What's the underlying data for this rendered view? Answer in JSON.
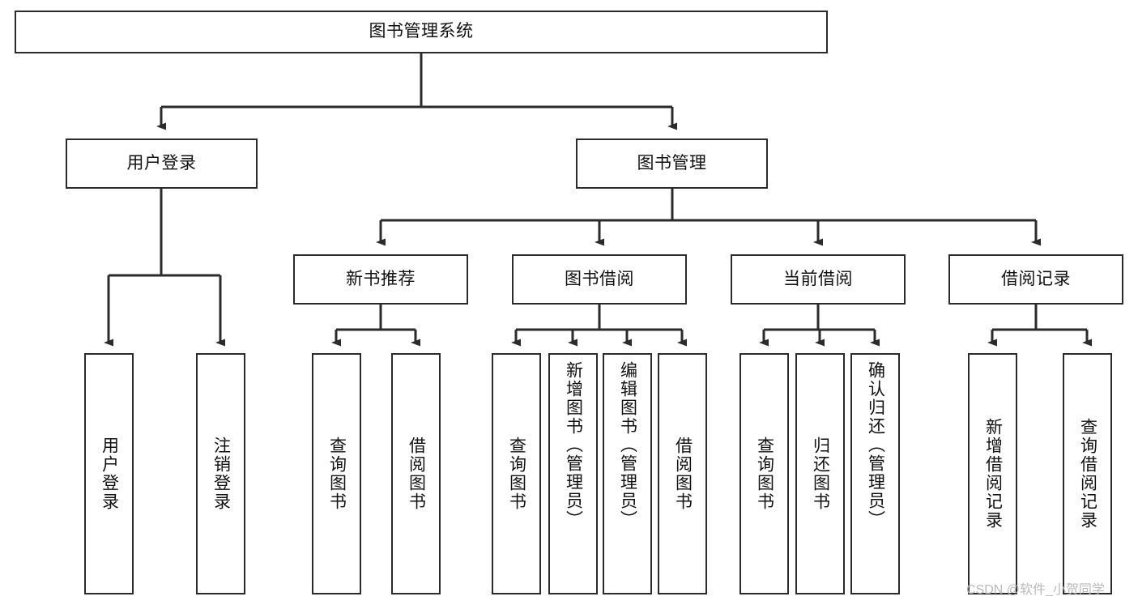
{
  "diagram": {
    "type": "tree-hierarchy",
    "title": "图书管理系统",
    "stroke_color": "#2b2b2b",
    "background_color": "#ffffff",
    "watermark": "CSDN @软件_小贺同学"
  },
  "nodes": {
    "root": {
      "label": "图书管理系统"
    },
    "level2": [
      {
        "id": "user-login",
        "label": "用户登录"
      },
      {
        "id": "book-manage",
        "label": "图书管理"
      }
    ],
    "level3": [
      {
        "id": "new-book-recommend",
        "label": "新书推荐"
      },
      {
        "id": "book-borrow",
        "label": "图书借阅"
      },
      {
        "id": "current-borrow",
        "label": "当前借阅"
      },
      {
        "id": "borrow-record",
        "label": "借阅记录"
      }
    ],
    "leaves": [
      {
        "id": "leaf-user-login",
        "label": "用户登录",
        "parent": "user-login"
      },
      {
        "id": "leaf-logout",
        "label": "注销登录",
        "parent": "user-login"
      },
      {
        "id": "leaf-query-book-1",
        "label": "查询图书",
        "parent": "new-book-recommend"
      },
      {
        "id": "leaf-borrow-book-1",
        "label": "借阅图书",
        "parent": "new-book-recommend"
      },
      {
        "id": "leaf-query-book-2",
        "label": "查询图书",
        "parent": "book-borrow"
      },
      {
        "id": "leaf-add-book",
        "label": "新增图书（管理员）",
        "parent": "book-borrow"
      },
      {
        "id": "leaf-edit-book",
        "label": "编辑图书（管理员）",
        "parent": "book-borrow"
      },
      {
        "id": "leaf-borrow-book-2",
        "label": "借阅图书",
        "parent": "book-borrow"
      },
      {
        "id": "leaf-query-book-3",
        "label": "查询图书",
        "parent": "current-borrow"
      },
      {
        "id": "leaf-return-book",
        "label": "归还图书",
        "parent": "current-borrow"
      },
      {
        "id": "leaf-confirm-return",
        "label": "确认归还（管理员）",
        "parent": "current-borrow"
      },
      {
        "id": "leaf-add-record",
        "label": "新增借阅记录",
        "parent": "borrow-record"
      },
      {
        "id": "leaf-query-record",
        "label": "查询借阅记录",
        "parent": "borrow-record"
      }
    ]
  }
}
